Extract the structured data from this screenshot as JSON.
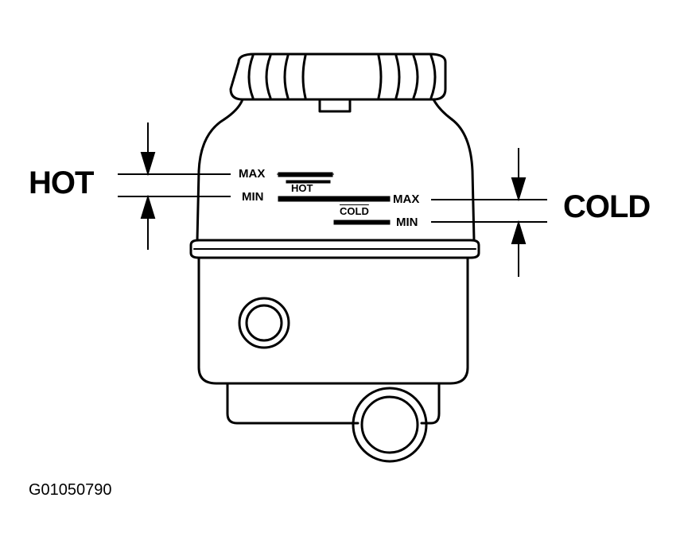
{
  "labels": {
    "hot": "HOT",
    "cold": "COLD",
    "hot_max": "MAX",
    "hot_min": "MIN",
    "hot_band": "HOT",
    "cold_band": "COLD",
    "cold_max": "MAX",
    "cold_min": "MIN"
  },
  "figure_code": "G01050790",
  "colors": {
    "line": "#000000",
    "background": "#ffffff"
  }
}
